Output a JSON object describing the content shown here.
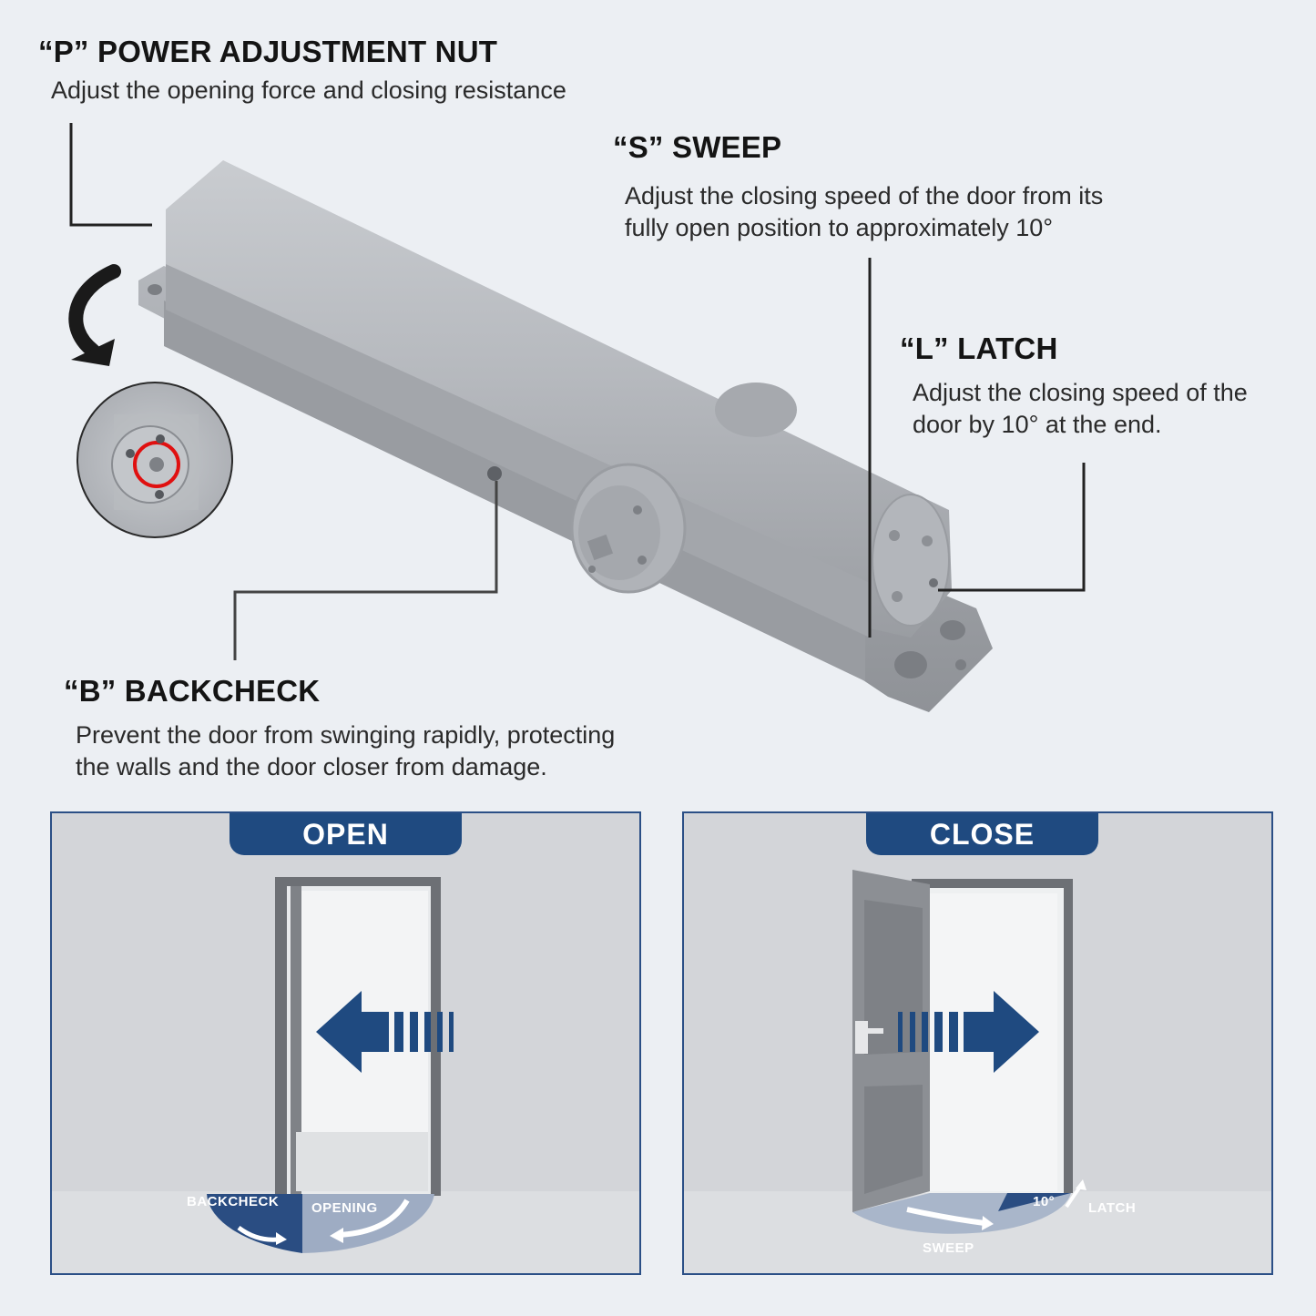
{
  "power": {
    "title": "“P” POWER ADJUSTMENT NUT",
    "desc": "Adjust the opening force and closing resistance"
  },
  "sweep": {
    "title": "“S” SWEEP",
    "desc_line1": "Adjust the closing speed of the door from its",
    "desc_line2": "fully open position to approximately 10°"
  },
  "latch": {
    "title": "“L”  LATCH",
    "desc_line1": "Adjust the closing speed of the",
    "desc_line2": "door by 10° at the end."
  },
  "backcheck": {
    "title": "“B” BACKCHECK",
    "desc_line1": "Prevent the door from swinging rapidly, protecting",
    "desc_line2": "the walls and the door closer from damage."
  },
  "open_panel": {
    "tab": "OPEN",
    "label_backcheck": "BACKCHECK",
    "label_opening": "OPENING"
  },
  "close_panel": {
    "tab": "CLOSE",
    "label_10": "10°",
    "label_latch": "LATCH",
    "label_sweep": "SWEEP"
  },
  "colors": {
    "accent": "#1f4a80",
    "background": "#eceff3",
    "body_silver": "#a9acb1"
  },
  "icons": [
    "rotate-arrow-icon",
    "arrow-left-icon",
    "arrow-right-icon",
    "curved-arrow-icon"
  ]
}
